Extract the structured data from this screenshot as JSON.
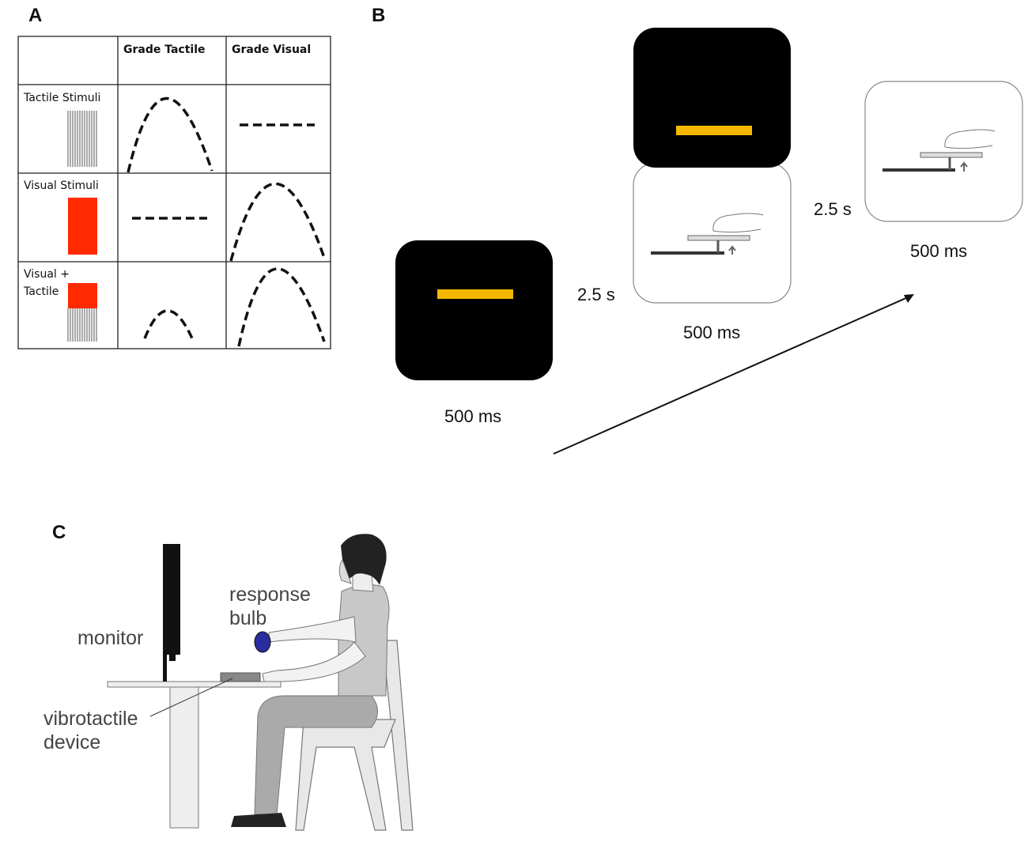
{
  "panels": {
    "a": "A",
    "b": "B",
    "c": "C"
  },
  "table": {
    "col_headers": [
      "Grade Tactile",
      "Grade Visual"
    ],
    "row_labels": [
      "Tactile Stimuli",
      "Visual Stimuli",
      "Visual +",
      "Tactile"
    ]
  },
  "sequence": {
    "screens": [
      {
        "duration": "500 ms",
        "content": "yellow-bar"
      },
      {
        "duration": "500 ms",
        "content": "yellow-bar + finger-device"
      },
      {
        "duration": "500 ms",
        "content": "finger-device"
      }
    ],
    "intervals": [
      "2.5 s",
      "2.5 s"
    ]
  },
  "setup": {
    "monitor": "monitor",
    "response_1": "response",
    "response_2": "bulb",
    "device_1": "vibrotactile",
    "device_2": "device"
  },
  "colors": {
    "stimulus_bar": "#f5b800",
    "visual_stimulus": "#ff2a00",
    "screen_black": "#000000",
    "response_bulb": "#2a2d9e"
  }
}
